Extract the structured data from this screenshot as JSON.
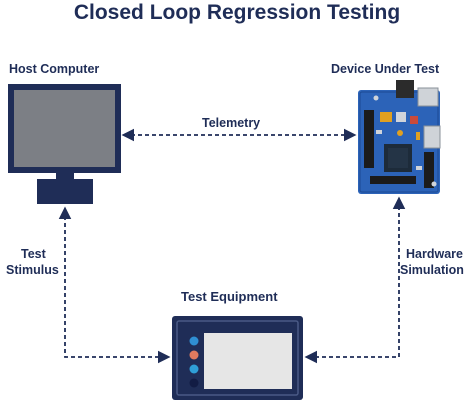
{
  "title": "Closed Loop Regression Testing",
  "nodes": {
    "host": "Host Computer",
    "device": "Device Under Test",
    "equipment": "Test Equipment"
  },
  "edges": {
    "telemetry": "Telemetry",
    "stimulus_line1": "Test",
    "stimulus_line2": "Stimulus",
    "hardware_line1": "Hardware",
    "hardware_line2": "Simulation"
  },
  "colors": {
    "navy": "#1f2d57",
    "screen_gray": "#7c7f85",
    "board_blue": "#2c63b8",
    "panel_gray": "#e6e6e6",
    "dot_blue": "#2f8fd3",
    "dot_orange": "#df7a5f",
    "dot_teal": "#2f9fd7",
    "dot_navy": "#121c44"
  }
}
